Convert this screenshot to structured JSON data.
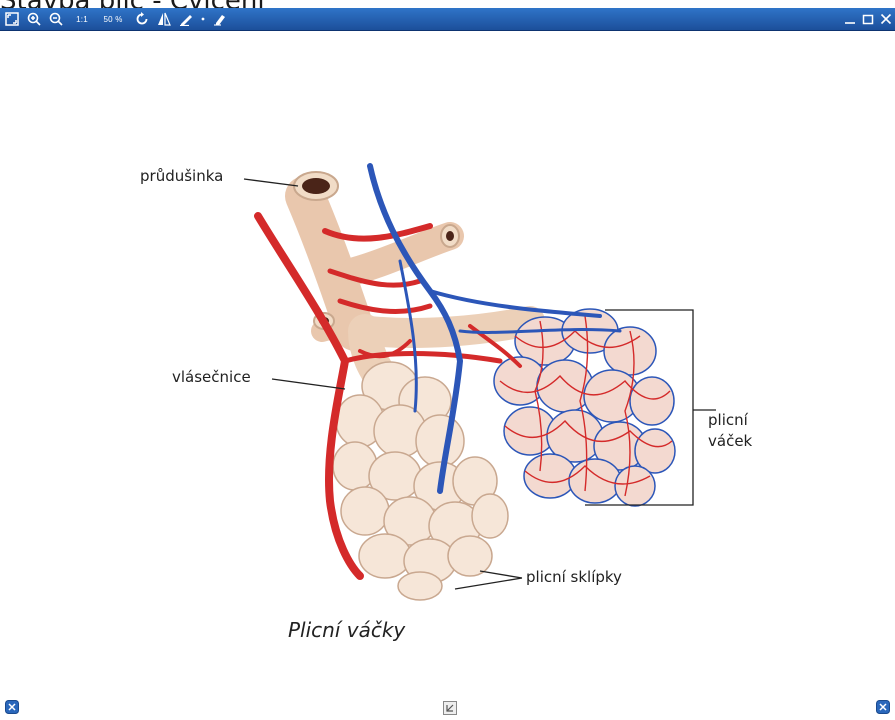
{
  "window": {
    "title": "Stavba plic - Cvičení"
  },
  "toolbar": {
    "zoom_one_to_one": "1:1",
    "zoom_percent": "50 %"
  },
  "illustration": {
    "labels": {
      "bronchiole": "průdušinka",
      "capillaries": "vlásečnice",
      "sac_line1": "plicní",
      "sac_line2": "váček",
      "alveoli": "plicní sklípky"
    },
    "caption": "Plicní váčky"
  },
  "colors": {
    "toolbar_blue": "#2a67bb",
    "artery_red": "#d42a2a",
    "vein_blue": "#2c56b8",
    "alveolus_cream": "#f6e6d8"
  },
  "icons": [
    "fullscreen-icon",
    "zoom-in-icon",
    "zoom-out-icon",
    "rotate-icon",
    "flip-icon",
    "pen-icon",
    "eraser-icon",
    "minimize-icon",
    "maximize-icon",
    "close-icon",
    "settings-icon",
    "resize-icon"
  ]
}
